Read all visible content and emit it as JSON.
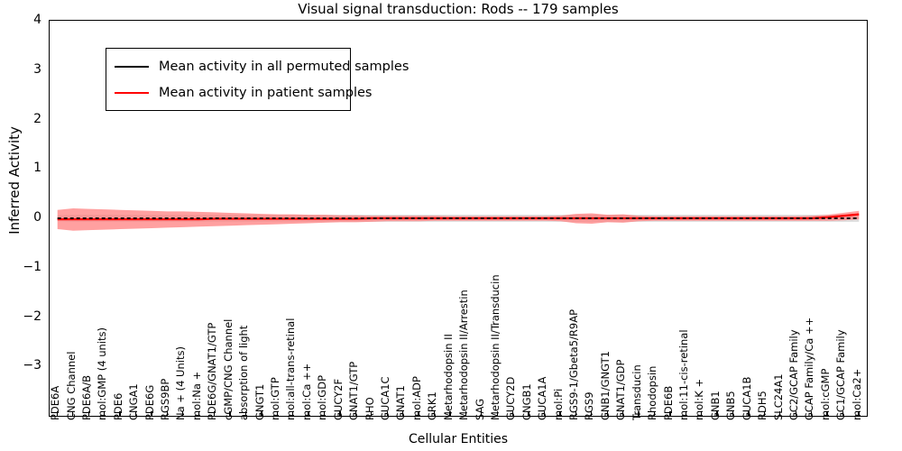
{
  "chart_data": {
    "type": "line",
    "title": "Visual signal transduction: Rods -- 179 samples",
    "xlabel": "Cellular Entities",
    "ylabel": "Inferred Activity",
    "ylim": [
      -4,
      4
    ],
    "yticks": [
      4,
      3,
      2,
      1,
      0,
      -1,
      -2,
      -3
    ],
    "ytick_labels": [
      "4",
      "3",
      "2",
      "1",
      "0",
      "−1",
      "−2",
      "−3"
    ],
    "grid": false,
    "legend_position": "upper left",
    "sample_count": 179,
    "categories": [
      "PDE6A",
      "CNG Channel",
      "PDE6A/B",
      "mol:GMP (4 units)",
      "PDE6",
      "CNGA1",
      "PDE6G",
      "RGS9BP",
      "Na + (4 Units)",
      "mol:Na +",
      "PDE6G/GNAT1/GTP",
      "cGMP/CNG Channel",
      "absorption of light",
      "GNGT1",
      "mol:GTP",
      "mol:all-trans-retinal",
      "mol:Ca ++",
      "mol:GDP",
      "GUCY2F",
      "GNAT1/GTP",
      "RHO",
      "GUCA1C",
      "GNAT1",
      "mol:ADP",
      "GRK1",
      "Metarhodopsin II",
      "Metarhodopsin II/Arrestin",
      "SAG",
      "Metarhodopsin II/Transducin",
      "GUCY2D",
      "CNGB1",
      "GUCA1A",
      "mol:Pi",
      "RGS9-1/Gbeta5/R9AP",
      "RGS9",
      "GNB1/GNGT1",
      "GNAT1/GDP",
      "Transducin",
      "Rhodopsin",
      "PDE6B",
      "mol:11-cis-retinal",
      "mol:K +",
      "GNB1",
      "GNB5",
      "GUCA1B",
      "RDH5",
      "SLC24A1",
      "GC2/GCAP Family",
      "GCAP Family/Ca ++",
      "mol:cGMP",
      "GC1/GCAP Family",
      "mol:Ca2+"
    ],
    "series": [
      {
        "name": "Mean activity in all permuted samples",
        "color": "#000000",
        "style": "dashed",
        "band_color": "#d9d9d9",
        "values": [
          0.0,
          0.0,
          0.0,
          0.0,
          0.0,
          0.0,
          0.0,
          0.0,
          0.0,
          0.0,
          0.0,
          0.0,
          0.0,
          0.0,
          0.0,
          0.0,
          0.0,
          0.0,
          0.0,
          0.0,
          0.0,
          0.0,
          0.0,
          0.0,
          0.0,
          0.0,
          0.0,
          0.0,
          0.0,
          0.0,
          0.0,
          0.0,
          0.0,
          0.0,
          0.0,
          0.0,
          0.0,
          0.0,
          0.0,
          0.0,
          0.0,
          0.0,
          0.0,
          0.0,
          0.0,
          0.0,
          0.0,
          0.0,
          0.0,
          0.0,
          0.0,
          0.0
        ],
        "band_upper": [
          0.06,
          0.07,
          0.07,
          0.07,
          0.07,
          0.07,
          0.07,
          0.07,
          0.07,
          0.07,
          0.07,
          0.07,
          0.07,
          0.07,
          0.07,
          0.07,
          0.07,
          0.07,
          0.07,
          0.07,
          0.07,
          0.07,
          0.07,
          0.07,
          0.07,
          0.07,
          0.07,
          0.07,
          0.07,
          0.07,
          0.07,
          0.07,
          0.07,
          0.07,
          0.07,
          0.07,
          0.07,
          0.07,
          0.07,
          0.07,
          0.07,
          0.07,
          0.07,
          0.07,
          0.07,
          0.07,
          0.07,
          0.07,
          0.07,
          0.07,
          0.07,
          0.07
        ],
        "band_lower": [
          -0.06,
          -0.07,
          -0.07,
          -0.07,
          -0.07,
          -0.07,
          -0.07,
          -0.07,
          -0.07,
          -0.07,
          -0.07,
          -0.07,
          -0.07,
          -0.07,
          -0.07,
          -0.07,
          -0.07,
          -0.07,
          -0.07,
          -0.07,
          -0.07,
          -0.07,
          -0.07,
          -0.07,
          -0.07,
          -0.07,
          -0.07,
          -0.07,
          -0.07,
          -0.07,
          -0.07,
          -0.07,
          -0.07,
          -0.07,
          -0.07,
          -0.07,
          -0.07,
          -0.07,
          -0.07,
          -0.07,
          -0.07,
          -0.07,
          -0.07,
          -0.07,
          -0.07,
          -0.07,
          -0.07,
          -0.07,
          -0.07,
          -0.07,
          -0.07,
          -0.07
        ]
      },
      {
        "name": "Mean activity in patient samples",
        "color": "#ff0000",
        "style": "solid",
        "band_color": "#ff8080",
        "values": [
          -0.02,
          -0.02,
          -0.02,
          -0.02,
          -0.02,
          -0.02,
          -0.02,
          -0.02,
          -0.02,
          -0.02,
          -0.01,
          -0.01,
          -0.01,
          -0.01,
          -0.01,
          -0.01,
          -0.01,
          -0.01,
          -0.01,
          -0.01,
          0.0,
          0.0,
          0.0,
          0.0,
          0.0,
          0.0,
          0.0,
          0.0,
          0.0,
          0.0,
          0.0,
          0.0,
          0.0,
          0.0,
          0.0,
          0.0,
          0.0,
          0.0,
          0.0,
          0.0,
          0.0,
          0.0,
          0.0,
          0.0,
          0.0,
          0.0,
          0.0,
          0.0,
          0.0,
          0.02,
          0.05,
          0.08
        ],
        "band_upper": [
          0.17,
          0.2,
          0.19,
          0.18,
          0.17,
          0.16,
          0.15,
          0.14,
          0.14,
          0.13,
          0.12,
          0.11,
          0.1,
          0.09,
          0.08,
          0.08,
          0.07,
          0.07,
          0.06,
          0.06,
          0.05,
          0.05,
          0.05,
          0.05,
          0.05,
          0.04,
          0.04,
          0.04,
          0.04,
          0.04,
          0.04,
          0.04,
          0.05,
          0.09,
          0.1,
          0.07,
          0.08,
          0.05,
          0.04,
          0.04,
          0.04,
          0.04,
          0.04,
          0.04,
          0.04,
          0.04,
          0.04,
          0.04,
          0.05,
          0.07,
          0.11,
          0.15
        ],
        "band_lower": [
          -0.22,
          -0.25,
          -0.24,
          -0.23,
          -0.22,
          -0.21,
          -0.2,
          -0.19,
          -0.18,
          -0.17,
          -0.16,
          -0.15,
          -0.14,
          -0.13,
          -0.12,
          -0.11,
          -0.1,
          -0.09,
          -0.08,
          -0.08,
          -0.07,
          -0.06,
          -0.06,
          -0.06,
          -0.05,
          -0.05,
          -0.05,
          -0.05,
          -0.05,
          -0.05,
          -0.05,
          -0.05,
          -0.06,
          -0.1,
          -0.11,
          -0.08,
          -0.09,
          -0.06,
          -0.05,
          -0.05,
          -0.05,
          -0.05,
          -0.05,
          -0.05,
          -0.05,
          -0.05,
          -0.05,
          -0.05,
          -0.05,
          -0.05,
          -0.04,
          -0.02
        ]
      }
    ]
  },
  "legend": {
    "items": [
      {
        "label": "Mean activity in all permuted samples",
        "color": "#000000"
      },
      {
        "label": "Mean activity in patient samples",
        "color": "#ff0000"
      }
    ]
  }
}
